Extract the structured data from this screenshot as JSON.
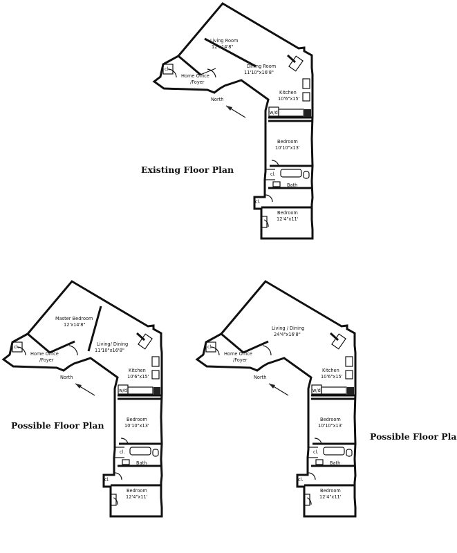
{
  "captions": {
    "existing": "Existing Floor Plan",
    "possible_a": "Possible Floor Plan",
    "possible_b": "Possible Floor Plan"
  },
  "plan_existing": {
    "living_room": "Living Room",
    "living_room_dim": "12'x14'8\"",
    "dining_room": "Dining Room",
    "dining_room_dim": "11'10\"x16'8\"",
    "home_office": "Home Office",
    "foyer": "/Foyer",
    "kitchen": "Kitchen",
    "kitchen_dim": "10'6\"x15'",
    "bedroom_1": "Bedroom",
    "bedroom_1_dim": "10'10\"x13'",
    "bath": "Bath",
    "bedroom_2": "Bedroom",
    "bedroom_2_dim": "12'4\"x11'",
    "north": "North",
    "closet": "cl.",
    "wd": "w/d"
  },
  "plan_possible_a": {
    "master_bedroom": "Master Bedroom",
    "master_bedroom_dim": "12'x14'8\"",
    "living_dining": "Living/ Dining",
    "living_dining_dim": "11'10\"x16'8\"",
    "home_office": "Home Office",
    "foyer": "/Foyer",
    "kitchen": "Kitchen",
    "kitchen_dim": "10'6\"x15'",
    "bedroom_1": "Bedroom",
    "bedroom_1_dim": "10'10\"x13'",
    "bath": "Bath",
    "bedroom_2": "Bedroom",
    "bedroom_2_dim": "12'4\"x11'",
    "north": "North",
    "closet": "cl.",
    "wd": "w/d"
  },
  "plan_possible_b": {
    "living_dining": "Living / Dining",
    "living_dining_dim": "24'4\"x16'8\"",
    "home_office": "Home Office",
    "foyer": "/Foyer",
    "kitchen": "Kitchen",
    "kitchen_dim": "10'6\"x15'",
    "bedroom_1": "Bedroom",
    "bedroom_1_dim": "10'10\"x13'",
    "bath": "Bath",
    "bedroom_2": "Bedroom",
    "bedroom_2_dim": "12'4\"x11'",
    "north": "North",
    "closet": "cl.",
    "wd": "w/d"
  }
}
